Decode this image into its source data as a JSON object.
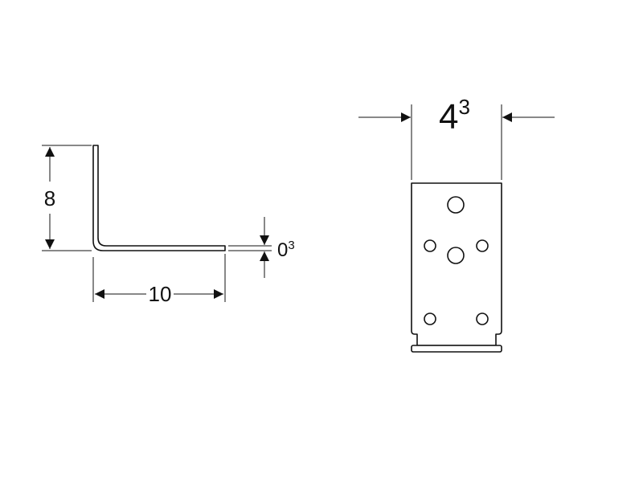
{
  "side_view": {
    "height_label": "8",
    "length_label": "10",
    "thickness_base": "0",
    "thickness_exp": "3"
  },
  "front_view": {
    "width_base": "4",
    "width_exp": "3"
  },
  "colors": {
    "line": "#111111",
    "background": "#ffffff"
  }
}
